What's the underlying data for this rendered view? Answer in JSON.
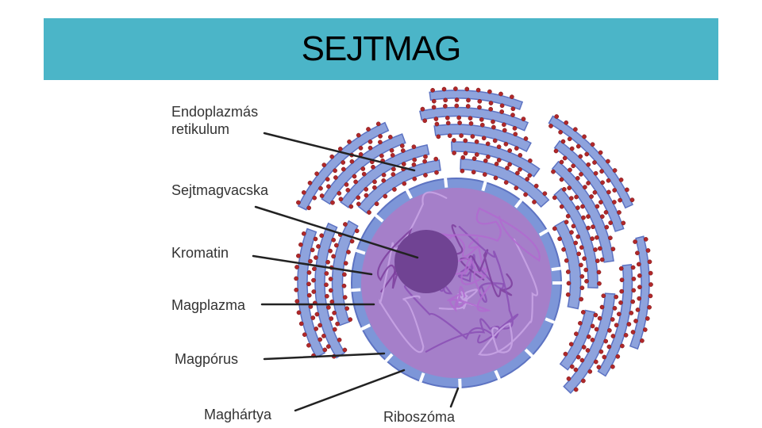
{
  "title": "SEJTMAG",
  "labels": {
    "er_line1": "Endoplazmás",
    "er_line2": "retikulum",
    "nucleolus": "Sejtmagvacska",
    "chromatin": "Kromatin",
    "nucleoplasm": "Magplazma",
    "nuclear_pore": "Magpórus",
    "nuclear_envelope": "Maghártya",
    "ribosome": "Riboszóma"
  },
  "colors": {
    "header": "#4bb5c8",
    "er_fill": "#8ea3dd",
    "er_stroke": "#5d73c2",
    "ribosome": "#b0282a",
    "nucleus_fill": "#a57fc9",
    "envelope": "#7d96d8",
    "nucleolus": "#704393",
    "chromatin": "#8a4fb5"
  }
}
